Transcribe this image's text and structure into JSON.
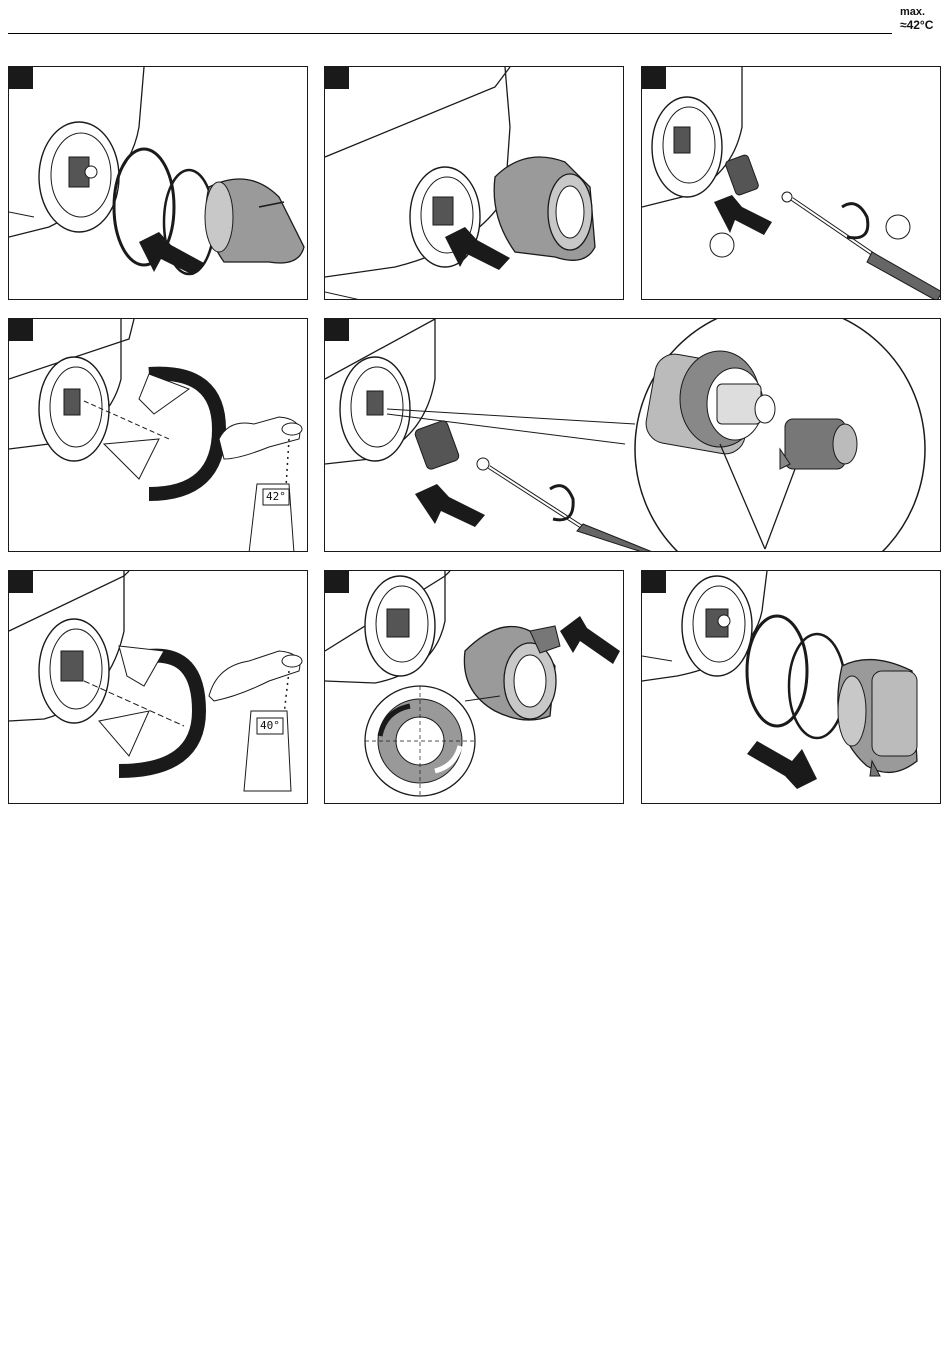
{
  "header": {
    "temp_label_line1": "max.",
    "temp_label_line2": "≈42°C"
  },
  "steps": [
    {
      "id": 1,
      "panel": "remove-handle"
    },
    {
      "id": 2,
      "panel": "remove-sleeve"
    },
    {
      "id": 3,
      "panel": "unscrew-stop"
    },
    {
      "id": 4,
      "panel": "turn-and-measure",
      "thermometer_reading": "42°"
    },
    {
      "id": 5,
      "panel": "insert-stop-detail"
    },
    {
      "id": 6,
      "panel": "adjust-and-measure",
      "thermometer_reading": "40°"
    },
    {
      "id": 7,
      "panel": "refit-sleeve"
    },
    {
      "id": 8,
      "panel": "refit-handle"
    }
  ],
  "colors": {
    "line": "#1a1a1a",
    "part_fill": "#9a9a9a",
    "part_light": "#c8c8c8",
    "arrow": "#1a1a1a"
  }
}
